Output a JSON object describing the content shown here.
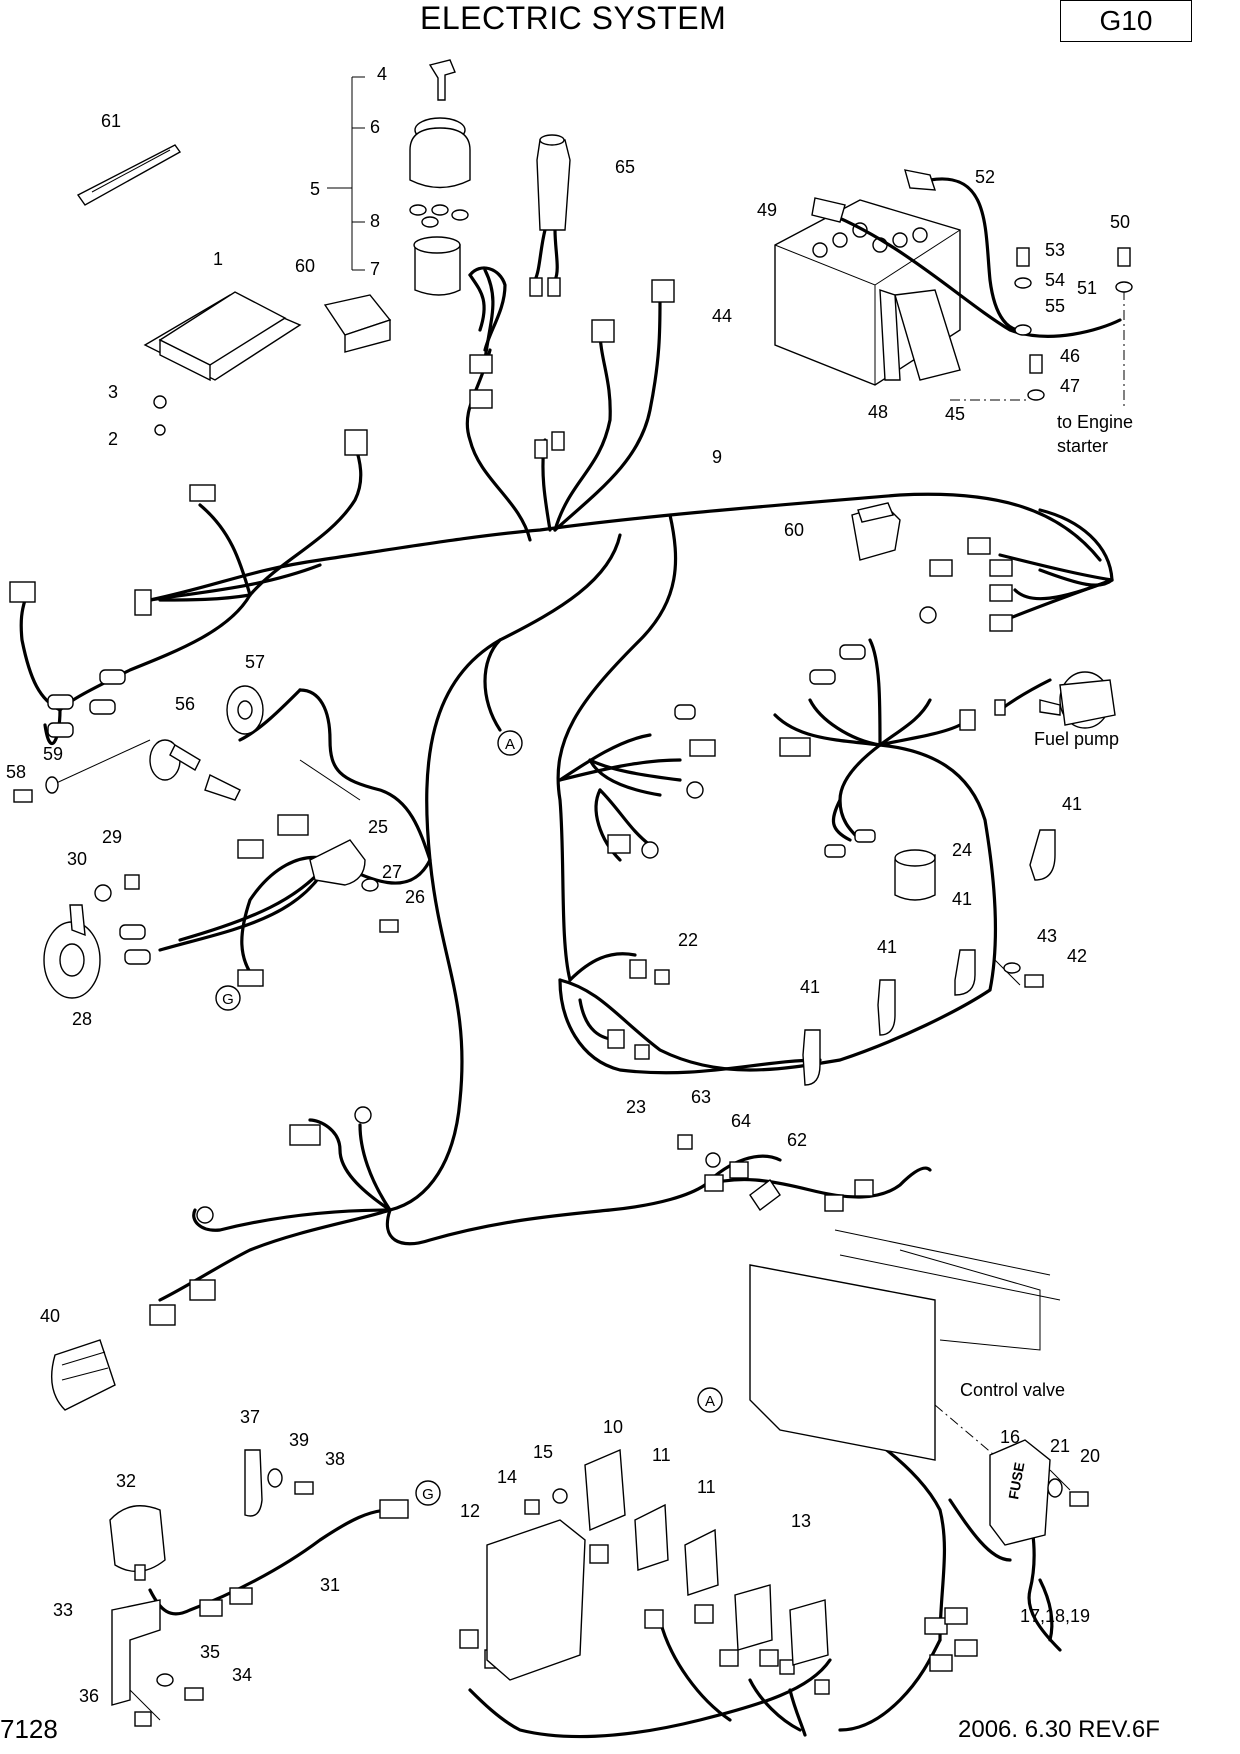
{
  "header": {
    "title": "ELECTRIC SYSTEM",
    "code": "G10"
  },
  "footer": {
    "drawing_number": "7128",
    "revision": "2006. 6.30 REV.6F"
  },
  "part_numbers": {
    "n1": "1",
    "n2": "2",
    "n3": "3",
    "n4": "4",
    "n5": "5",
    "n6": "6",
    "n7": "7",
    "n8": "8",
    "n9": "9",
    "n10": "10",
    "n11a": "11",
    "n11b": "11",
    "n12": "12",
    "n13": "13",
    "n14": "14",
    "n15": "15",
    "n16": "16",
    "n17": "17,18,19",
    "n20": "20",
    "n21": "21",
    "n22": "22",
    "n23": "23",
    "n24": "24",
    "n25": "25",
    "n26": "26",
    "n27": "27",
    "n28": "28",
    "n29": "29",
    "n30": "30",
    "n31": "31",
    "n32": "32",
    "n33": "33",
    "n34": "34",
    "n35": "35",
    "n36": "36",
    "n37": "37",
    "n38": "38",
    "n39": "39",
    "n40": "40",
    "n41a": "41",
    "n41b": "41",
    "n41c": "41",
    "n41d": "41",
    "n42": "42",
    "n43": "43",
    "n44": "44",
    "n45": "45",
    "n46": "46",
    "n47": "47",
    "n48": "48",
    "n49": "49",
    "n50": "50",
    "n51": "51",
    "n52": "52",
    "n53": "53",
    "n54": "54",
    "n55": "55",
    "n56": "56",
    "n57": "57",
    "n58": "58",
    "n59": "59",
    "n60a": "60",
    "n60b": "60",
    "n61": "61",
    "n62": "62",
    "n63": "63",
    "n64": "64",
    "n65": "65"
  },
  "callouts": {
    "to_engine_starter_1": "to Engine",
    "to_engine_starter_2": "starter",
    "fuel_pump": "Fuel pump",
    "control_valve": "Control valve",
    "fuse_label": "FUSE",
    "ref_a": "A",
    "ref_g": "G"
  }
}
